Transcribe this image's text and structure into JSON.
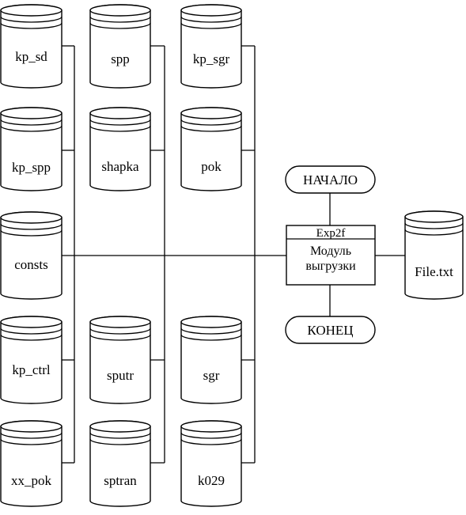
{
  "diagram": {
    "databases": [
      {
        "id": "db-kp-sd",
        "label": "kp_sd"
      },
      {
        "id": "db-kp-spp",
        "label": "kp_spp"
      },
      {
        "id": "db-consts",
        "label": "consts"
      },
      {
        "id": "db-kp-ctrl",
        "label": "kp_ctrl"
      },
      {
        "id": "db-xx-pok",
        "label": "xx_pok"
      },
      {
        "id": "db-spp",
        "label": "spp"
      },
      {
        "id": "db-shapka",
        "label": "shapka"
      },
      {
        "id": "db-sputr",
        "label": "sputr"
      },
      {
        "id": "db-sptran",
        "label": "sptran"
      },
      {
        "id": "db-kp-sgr",
        "label": "kp_sgr"
      },
      {
        "id": "db-pok",
        "label": "pok"
      },
      {
        "id": "db-sgr",
        "label": "sgr"
      },
      {
        "id": "db-k029",
        "label": "k029"
      }
    ],
    "start": {
      "label": "НАЧАЛО"
    },
    "end": {
      "label": "КОНЕЦ"
    },
    "module": {
      "title": "Exp2f",
      "line1": "Модуль",
      "line2": "выгрузки"
    },
    "output_file": {
      "label": "File.txt"
    }
  }
}
